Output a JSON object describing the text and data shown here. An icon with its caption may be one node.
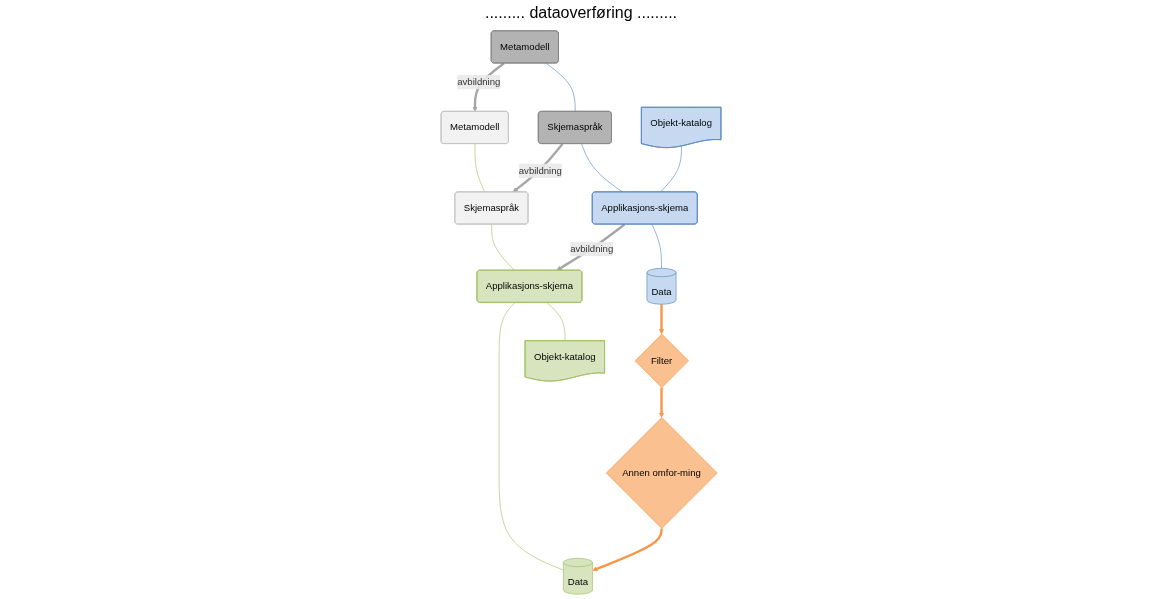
{
  "diagram": {
    "nodes": [
      {
        "text": [
          "Metamodell"
        ]
      },
      {
        "text": [
          "Skjemaspråk"
        ]
      },
      {
        "text": [
          "Objekt-katalog"
        ]
      },
      {
        "text": [
          "Applikasjons-skjema"
        ]
      },
      {
        "text": [
          "Data"
        ]
      },
      {
        "text": [
          "Filter"
        ]
      },
      {
        "text": [
          "Annen omfor-ming"
        ]
      },
      {
        "text": [
          "Metamodell"
        ]
      },
      {
        "text": [
          "Skjemaspråk"
        ]
      },
      {
        "text": [
          "Applikasjons-skjema"
        ]
      },
      {
        "text": [
          "Objekt-katalog"
        ]
      },
      {
        "text": [
          "Data"
        ]
      }
    ],
    "edges": [
      {
        "from": 0,
        "to": 1,
        "arrow": "none",
        "color": "#4f81bd"
      },
      {
        "from": 1,
        "to": 3,
        "arrow": "none",
        "color": "#4f81bd"
      },
      {
        "from": 2,
        "to": 3,
        "arrow": "none",
        "color": "#4f81bd"
      },
      {
        "from": 3,
        "to": 4,
        "arrow": "none",
        "color": "#4f81bd"
      },
      {
        "from": 7,
        "to": 8,
        "arrow": "none",
        "color": "#9bbb59"
      },
      {
        "from": 8,
        "to": 9,
        "arrow": "none",
        "color": "#9bbb59"
      },
      {
        "from": 9,
        "to": 10,
        "arrow": "none",
        "color": "#9bbb59"
      },
      {
        "from": 9,
        "to": 11,
        "arrow": "none",
        "color": "#9bbb59"
      },
      {
        "from": 0,
        "to": 7,
        "arrow": "to",
        "label": "avbildning",
        "style": "thick",
        "color": "#a6a6a6"
      },
      {
        "from": 1,
        "to": 8,
        "arrow": "to",
        "label": "avbildning",
        "style": "thick",
        "color": "#a6a6a6"
      },
      {
        "from": 3,
        "to": 9,
        "arrow": "to",
        "label": "avbildning",
        "style": "thick",
        "color": "#a6a6a6"
      },
      {
        "from": 4,
        "to": 5,
        "arrow": "to",
        "style": "thick",
        "color": "#f79646"
      },
      {
        "from": 5,
        "to": 6,
        "arrow": "to",
        "style": "thick",
        "color": "#f79646"
      },
      {
        "from": 6,
        "to": 11,
        "arrow": "to",
        "style": "thick",
        "color": "#f79646"
      }
    ],
    "labels": [
      "......... dataoverføring ........."
    ]
  }
}
